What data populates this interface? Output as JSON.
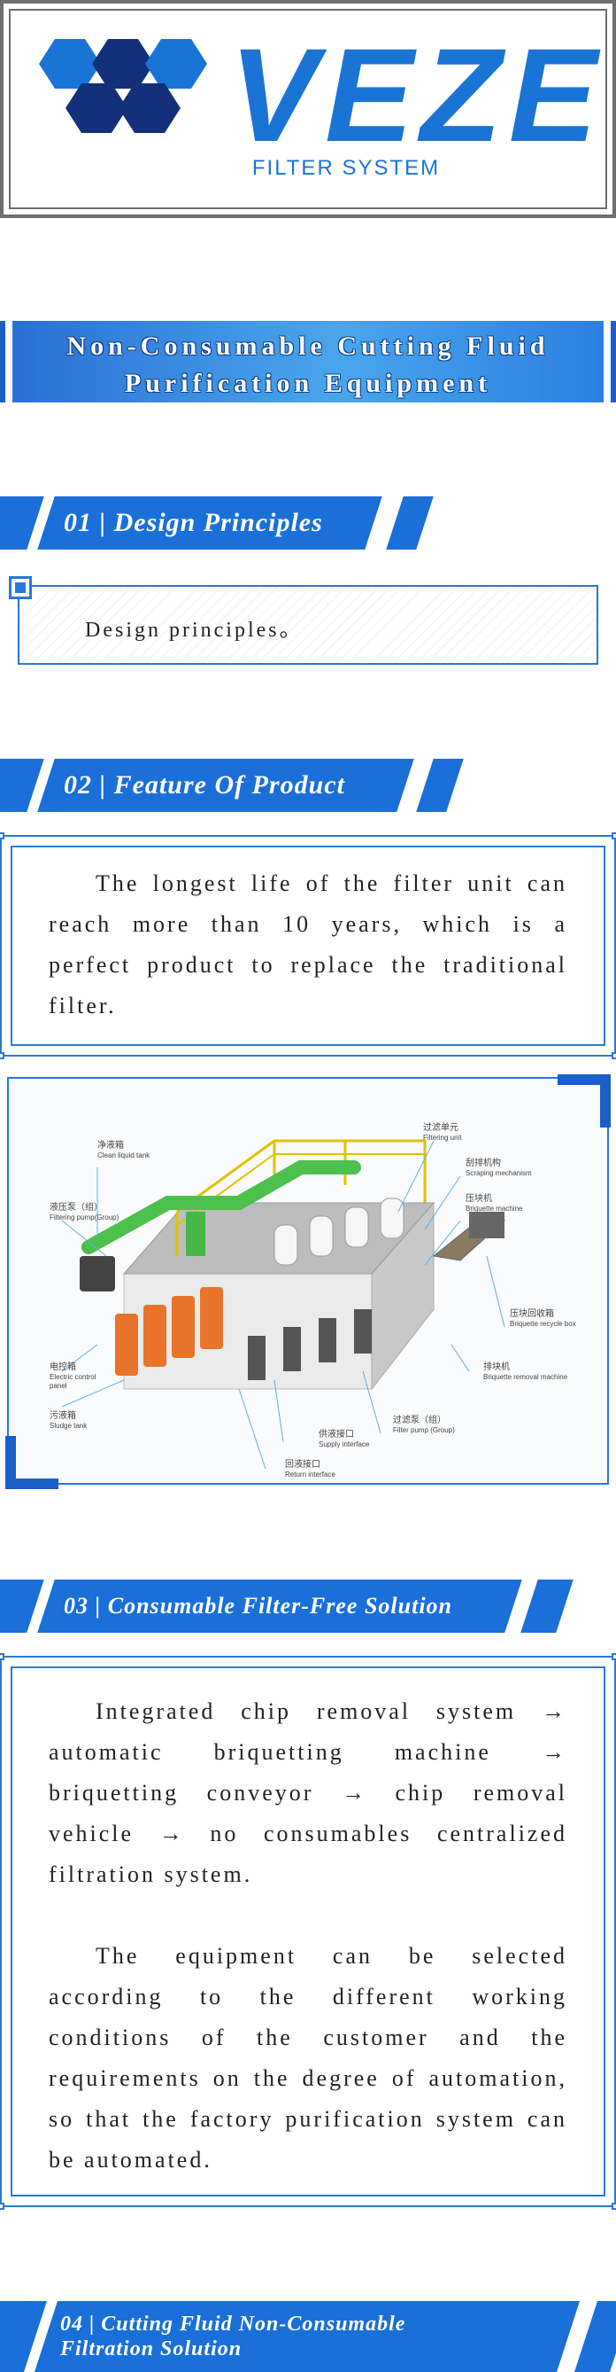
{
  "brand": {
    "name": "VEZE",
    "subtitle": "FILTER SYSTEM",
    "colors": {
      "primary": "#1a74d6",
      "dark_hex": "#13317a",
      "border": "#2a78d8"
    }
  },
  "title": {
    "line1": "Non-Consumable Cutting Fluid",
    "line2": "Purification Equipment"
  },
  "sections": [
    {
      "num": "01",
      "sep": "|",
      "title": "Design Principles"
    },
    {
      "num": "02",
      "sep": "|",
      "title": "Feature Of Product"
    },
    {
      "num": "03",
      "sep": "|",
      "title": "Consumable Filter-Free Solution"
    },
    {
      "num": "04",
      "sep": "|",
      "title_line1": "Cutting Fluid Non-Consumable",
      "title_line2": "Filtration Solution"
    }
  ],
  "design_principles": {
    "text": "Design principles。"
  },
  "feature": {
    "text": "The longest life of the filter unit can reach more than 10 years, which is a perfect product to replace the traditional filter."
  },
  "solution": {
    "para1": "Integrated chip removal system → automatic briquetting machine → briquetting conveyor → chip removal vehicle → no consumables centralized filtration system.",
    "para2": "The equipment can be selected according to the different working conditions of the customer and the requirements on the degree of automation, so that the factory purification system can be automated."
  },
  "figure": {
    "callouts": [
      {
        "zh": "净液箱",
        "en": "Clean liquid tank"
      },
      {
        "zh": "液压泵（组）",
        "en": "Filtering pump(Group)"
      },
      {
        "zh": "电控箱",
        "en": "Electric control"
      },
      {
        "en2": "panel"
      },
      {
        "zh": "污液箱",
        "en": "Sludge tank"
      },
      {
        "zh": "过滤单元",
        "en": "Filtering unit"
      },
      {
        "zh": "刮排机构",
        "en": "Scraping mechanism"
      },
      {
        "zh": "压块机",
        "en": "Briquette machine"
      },
      {
        "zh": "压块回收箱",
        "en": "Briquette recycle box"
      },
      {
        "zh": "排块机",
        "en": "Briquette removal machine"
      },
      {
        "zh": "过滤泵（组）",
        "en": "Filter pump (Group)"
      },
      {
        "zh": "供液接口",
        "en": "Supply interface"
      },
      {
        "zh": "回液接口",
        "en": "Return interface"
      }
    ]
  }
}
